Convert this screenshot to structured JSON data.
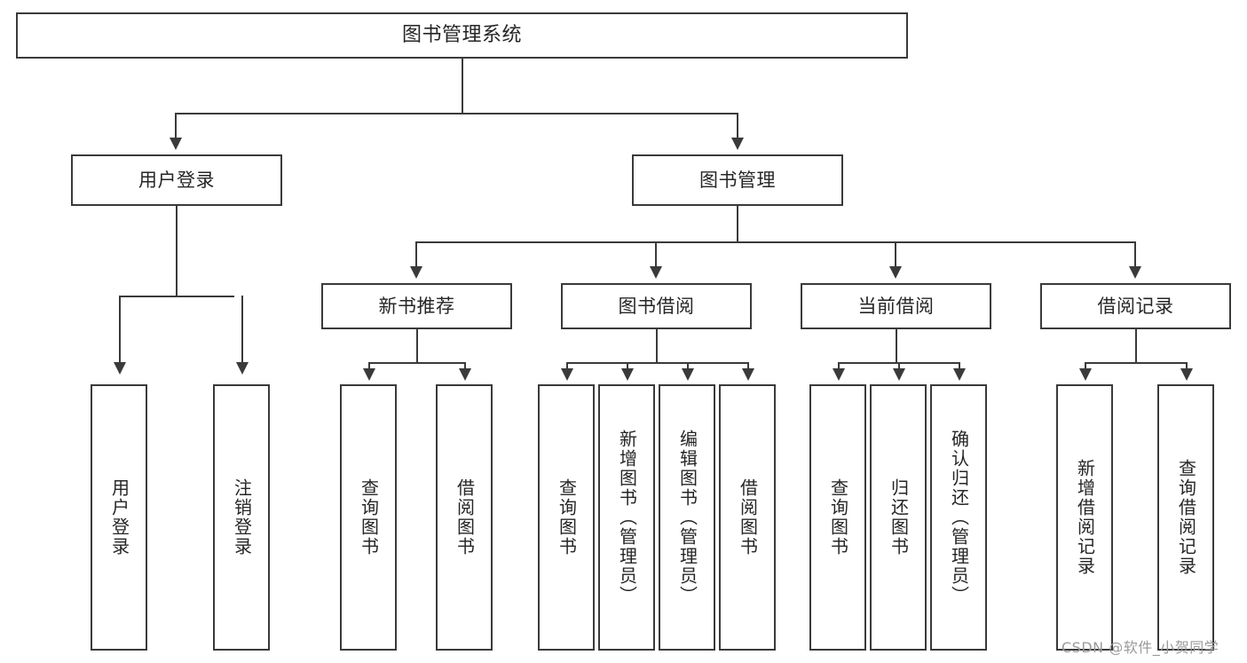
{
  "diagram": {
    "title": "图书管理系统",
    "type": "tree-hierarchy",
    "watermark": "CSDN @软件_小贺同学",
    "colors": {
      "border": "#3a3a3a",
      "box_fill": "#ffffff",
      "text": "#262626",
      "watermark": "#9a9a9a",
      "background": "#ffffff"
    },
    "levels": {
      "root": {
        "label": "图书管理系统"
      },
      "level2": [
        {
          "label": "用户登录"
        },
        {
          "label": "图书管理"
        }
      ],
      "level3": [
        {
          "label": "新书推荐"
        },
        {
          "label": "图书借阅"
        },
        {
          "label": "当前借阅"
        },
        {
          "label": "借阅记录"
        }
      ],
      "leaves": {
        "user_login": [
          {
            "label": "用户登录"
          },
          {
            "label": "注销登录"
          }
        ],
        "new_book_recommend": [
          {
            "label": "查询图书"
          },
          {
            "label": "借阅图书"
          }
        ],
        "book_borrow": [
          {
            "label": "查询图书"
          },
          {
            "label": "新增图书（管理员）"
          },
          {
            "label": "编辑图书（管理员）"
          },
          {
            "label": "借阅图书"
          }
        ],
        "current_borrow": [
          {
            "label": "查询图书"
          },
          {
            "label": "归还图书"
          },
          {
            "label": "确认归还（管理员）"
          }
        ],
        "borrow_records": [
          {
            "label": "新增借阅记录"
          },
          {
            "label": "查询借阅记录"
          }
        ]
      }
    }
  }
}
